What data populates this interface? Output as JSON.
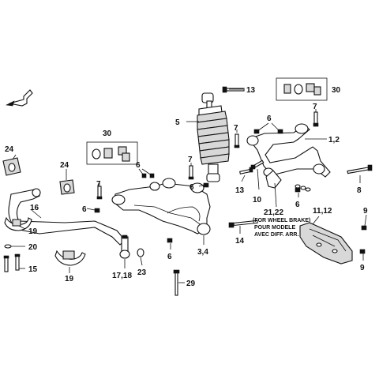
{
  "callouts": {
    "c13_top": "13",
    "c30_right": "30",
    "c5": "5",
    "c7_right_top": "7",
    "c6_right_top": "6",
    "c7_right_mid": "7",
    "c12": "1,2",
    "c30_left": "30",
    "c24_left": "24",
    "c24_mid": "24",
    "c6_mid": "6",
    "c7_mid": "7",
    "c7_left": "7",
    "c6_mid2": "6",
    "c13_mid": "13",
    "c8": "8",
    "c16": "16",
    "c6_left": "6",
    "c19_top": "19",
    "c20": "20",
    "c15": "15",
    "c19_bottom": "19",
    "c10": "10",
    "c2122": "21,22",
    "c6_right_mid": "6",
    "c1112": "11,12",
    "c9_top": "9",
    "c14": "14",
    "c6_bottom": "6",
    "c34": "3,4",
    "c1718": "17,18",
    "c23": "23",
    "c9_bottom": "9",
    "c29": "29"
  },
  "notes": {
    "line1": "(FOR WHEEL BRAKE)",
    "line2": "POUR MODELE",
    "line3": "AVEC DIFF. ARR."
  }
}
